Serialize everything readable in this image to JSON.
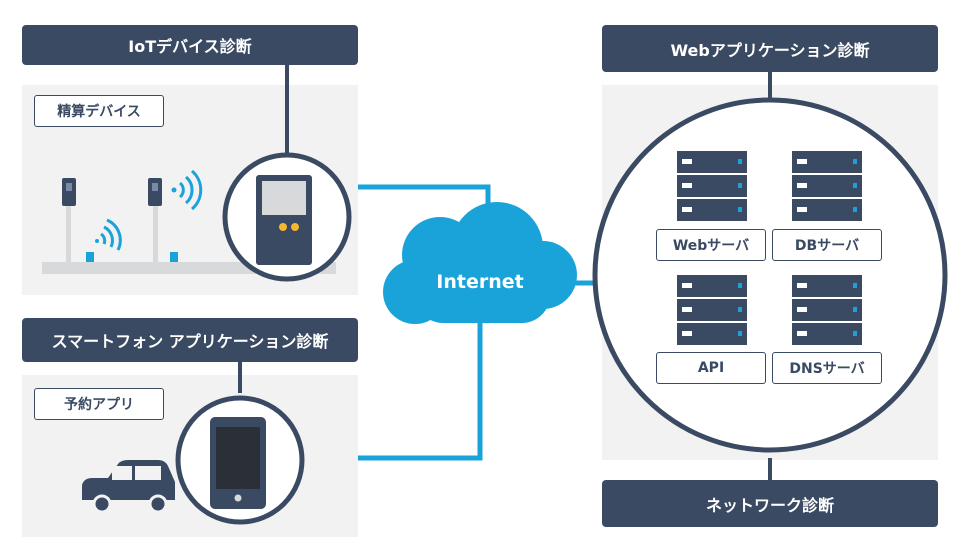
{
  "iot": {
    "title": "IoTデバイス診断",
    "tag": "精算デバイス"
  },
  "smartphone": {
    "title": "スマートフォン アプリケーション診断",
    "tag": "予約アプリ"
  },
  "web": {
    "title": "Webアプリケーション診断",
    "servers": [
      "Webサーバ",
      "DBサーバ",
      "API",
      "DNSサーバ"
    ]
  },
  "network": {
    "title": "ネットワーク診断"
  },
  "cloud": {
    "label": "Internet"
  },
  "colors": {
    "navy": "#3a4a63",
    "cyan": "#1aa3d9",
    "panel": "#f2f2f3",
    "accent_yellow": "#f5b72b"
  }
}
